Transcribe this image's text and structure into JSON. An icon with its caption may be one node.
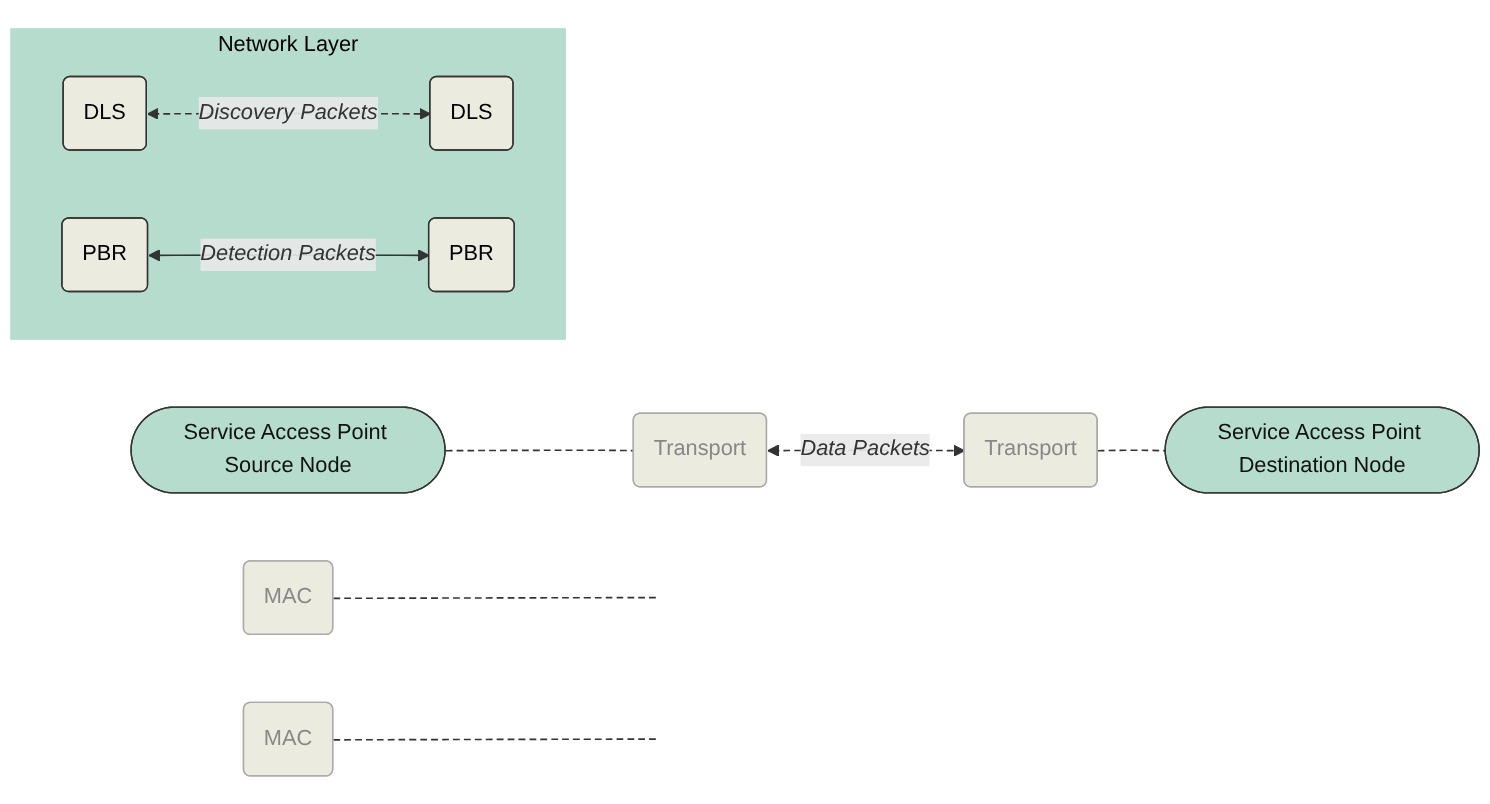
{
  "diagram": {
    "nodes": [
      {
        "text": [
          "Service Access Point Source Node"
        ]
      },
      {
        "text": [
          "Service Access Point Destination Node"
        ]
      },
      {
        "text": [
          "Transport"
        ]
      },
      {
        "text": [
          "Transport"
        ]
      },
      {
        "text": [
          "Network Layer"
        ]
      },
      {
        "text": [
          "DLS"
        ],
        "in": 4
      },
      {
        "text": [
          "PBR"
        ],
        "in": 4
      },
      {
        "text": [
          "DLS"
        ],
        "in": 4
      },
      {
        "text": [
          "PBR"
        ],
        "in": 4
      },
      {
        "text": [
          "MAC"
        ]
      },
      {
        "text": [
          "MAC"
        ]
      }
    ],
    "edges": [
      {
        "from": 0,
        "to": 2,
        "arrow": "none",
        "style": "dashed"
      },
      {
        "from": 3,
        "to": 1,
        "arrow": "none",
        "style": "dashed"
      },
      {
        "from": 2,
        "to": 3,
        "arrow": "both",
        "style": "dashed",
        "label": "Data Packets"
      },
      {
        "from": 5,
        "to": 7,
        "arrow": "both",
        "style": "dashed",
        "label": "Discovery Packets"
      },
      {
        "from": 6,
        "to": 8,
        "arrow": "both",
        "label": "Detection Packets"
      },
      {
        "from": 9,
        "to": null,
        "arrow": "none",
        "style": "dashed"
      },
      {
        "from": 10,
        "to": null,
        "arrow": "none",
        "style": "dashed"
      }
    ]
  }
}
